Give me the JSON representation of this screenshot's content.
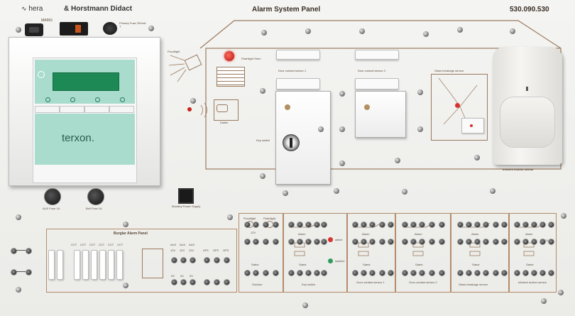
{
  "brand": {
    "logo": "hera",
    "company": "& Horstmann Didact"
  },
  "panel": {
    "title": "Alarm System Panel",
    "code": "530.090.530"
  },
  "mains": {
    "label": "MAINS",
    "fuse": "Primary Fuse 250mA T"
  },
  "terxon": {
    "brand": "terxon."
  },
  "fuses": {
    "aux": "AUX Fuse 1A",
    "bell": "Bell Fuse 1A"
  },
  "standby": {
    "label": "Standby Power Supply"
  },
  "house": {
    "floodlight": "Floodlight",
    "flashlight": "Flashlight Siren",
    "dialler": "Dialler",
    "door1": "Door contact sensor 1",
    "door2": "Door contact sensor 2",
    "glass": "Glass breakage sensor",
    "keyswitch": "Key switch",
    "infrared": "Infrared motion sensor"
  },
  "burglar": {
    "title": "Burglar Alarm Panel",
    "zones": [
      "CCT",
      "CCT",
      "CCT",
      "CCT",
      "CCT",
      "CCT"
    ],
    "aux": [
      "AUX",
      "AUX",
      "AUX"
    ],
    "supply": [
      "12V",
      "12V",
      "12V"
    ],
    "gnd": [
      "0V",
      "0V",
      "0V"
    ],
    "opt": [
      "OP1",
      "OP2",
      "OP3"
    ]
  },
  "bottom_labels": {
    "outdoor": "Outdoor",
    "keyswitch": "Key switch",
    "door1": "Door contact sensor 1",
    "door2": "Door contact sensor 2",
    "glass": "Glass breakage sensor",
    "infrared": "Infrared motion sensor"
  },
  "circuit_words": {
    "floodlight": "Floodlight",
    "flashlight": "Flashlight",
    "alarm": "Alarm",
    "sabot": "Sabot",
    "active": "active",
    "inactive": "inactive",
    "v12": "12V"
  },
  "colors": {
    "brown": "#8a6a4f",
    "lcd": "#9fd3c4",
    "led_red": "#d6332e",
    "led_green": "#2e9c5b"
  }
}
